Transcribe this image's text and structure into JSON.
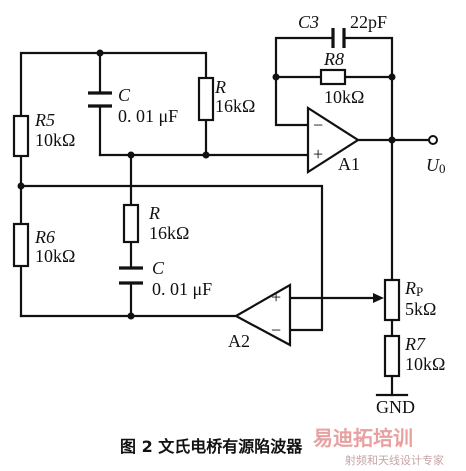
{
  "labels": {
    "c3": "C3",
    "c3_value": "22pF",
    "r8": "R8",
    "r8_value": "10kΩ",
    "c1": "C",
    "c1_value": "0. 01 μF",
    "r1": "R",
    "r1_value": "16kΩ",
    "r5": "R5",
    "r5_value": "10kΩ",
    "r6": "R6",
    "r6_value": "10kΩ",
    "r2": "R",
    "r2_value": "16kΩ",
    "c2": "C",
    "c2_value": "0. 01 μF",
    "a1": "A1",
    "a2": "A2",
    "a1_plus": "+",
    "a1_minus": "−",
    "a2_plus": "+",
    "a2_minus": "−",
    "uo_main": "U",
    "uo_sub": "0",
    "rp_main": "R",
    "rp_sub": "P",
    "rp_value": "5kΩ",
    "r7": "R7",
    "r7_value": "10kΩ",
    "gnd": "GND"
  },
  "caption": "图 2   文氏电桥有源陷波器",
  "watermark": {
    "brand": "易迪拓培训",
    "tagline": "射频和天线设计专家"
  }
}
